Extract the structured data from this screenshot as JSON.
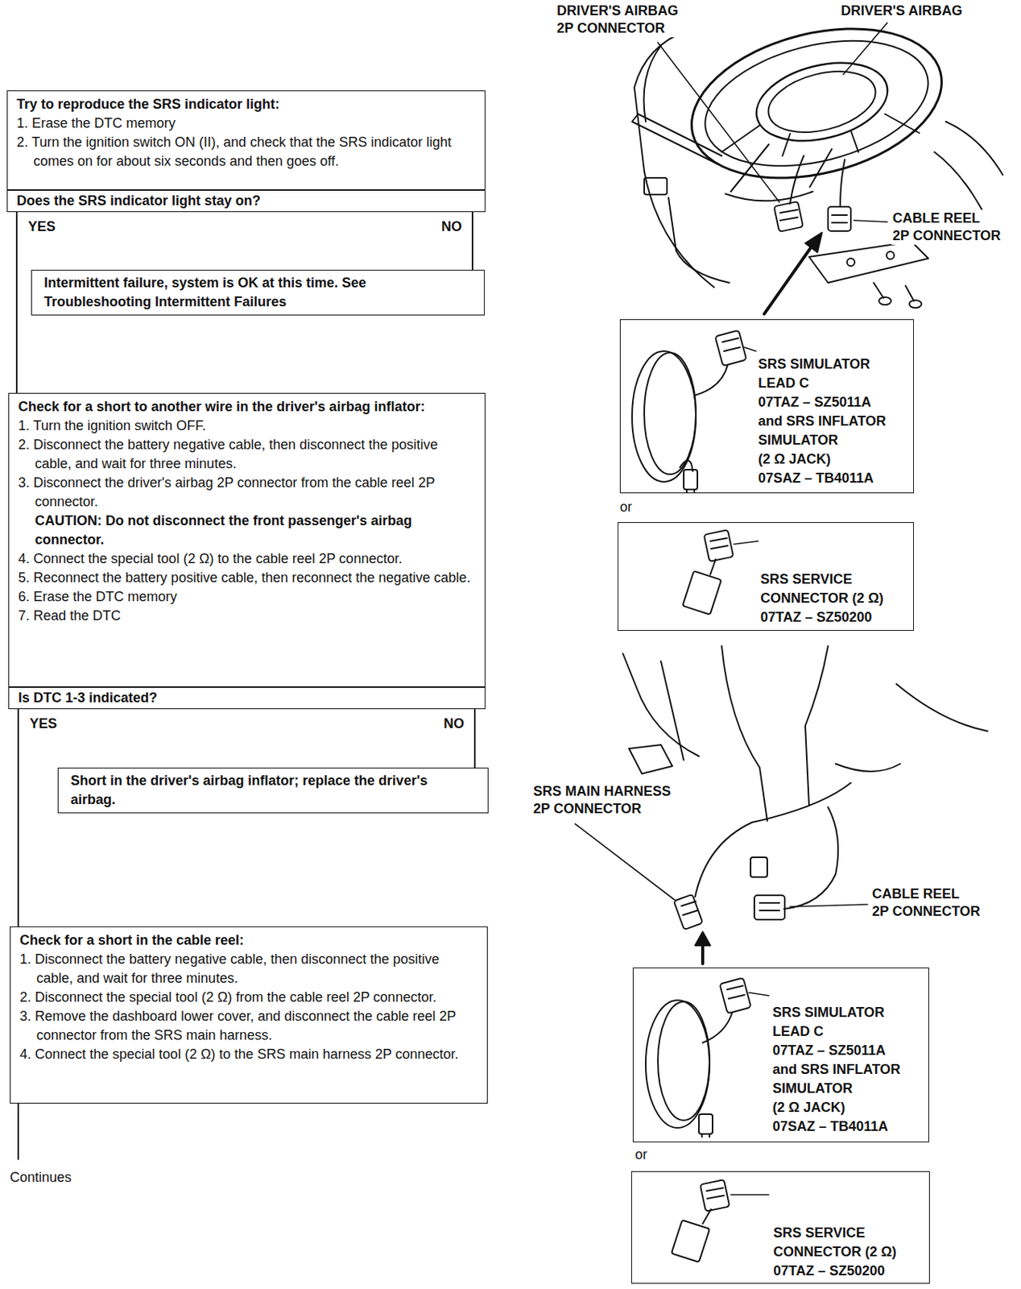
{
  "diagram": {
    "nodes": [
      {
        "text": [
          "Try to reproduce the SRS indicator light:",
          "1. Erase the DTC memory",
          "2. Turn the ignition switch ON (II), and check that the SRS indicator light comes on for about six seconds and then goes off."
        ]
      },
      {
        "text": [
          "Does the SRS indicator light stay on?"
        ]
      },
      {
        "text": [
          "Intermittent failure, system is OK at this time. See Troubleshooting Intermittent Failures"
        ]
      },
      {
        "text": [
          "Check for a short to another wire in the driver's airbag inflator:",
          "1. Turn the ignition switch OFF.",
          "2. Disconnect the battery negative cable, then disconnect the positive cable, and wait for three minutes.",
          "3. Disconnect the driver's airbag 2P connector from the cable reel 2P connector.",
          "CAUTION: Do not disconnect the front passenger's airbag connector.",
          "4. Connect the special tool (2 Ω) to the cable reel 2P connector.",
          "5. Reconnect the battery positive cable, then reconnect the negative cable.",
          "6. Erase the DTC memory",
          "7. Read the DTC"
        ]
      },
      {
        "text": [
          "Is DTC 1-3 indicated?"
        ]
      },
      {
        "text": [
          "Short in the driver's airbag inflator; replace the driver's airbag."
        ]
      },
      {
        "text": [
          "Check for a short in the cable reel:",
          "1. Disconnect the battery negative cable, then disconnect the positive cable, and wait for three minutes.",
          "2. Disconnect the special tool (2 Ω) from the cable reel 2P connector.",
          "3. Remove the dashboard lower cover, and disconnect the cable reel 2P connector from the SRS main harness.",
          "4. Connect the special tool (2 Ω) to the SRS main harness 2P connector."
        ]
      },
      {
        "text": [
          "SRS SIMULATOR LEAD C",
          "07TAZ – SZ5011A",
          "and SRS INFLATOR SIMULATOR",
          "(2 Ω JACK)",
          "07SAZ – TB4011A"
        ]
      },
      {
        "text": [
          "SRS SERVICE CONNECTOR (2 Ω)",
          "07TAZ – SZ50200"
        ]
      },
      {
        "text": [
          "SRS SIMULATOR LEAD C",
          "07TAZ – SZ5011A",
          "and SRS INFLATOR SIMULATOR",
          "(2 Ω JACK)",
          "07SAZ – TB4011A"
        ]
      },
      {
        "text": [
          "SRS SERVICE CONNECTOR (2 Ω)",
          "07TAZ – SZ50200"
        ]
      }
    ],
    "edges": [
      {
        "from": 1,
        "to": 3,
        "label": "YES",
        "arrow": "none"
      },
      {
        "from": 1,
        "to": 2,
        "label": "NO",
        "arrow": "none"
      },
      {
        "from": 4,
        "to": 6,
        "label": "YES",
        "arrow": "none"
      },
      {
        "from": 4,
        "to": 5,
        "label": "NO",
        "arrow": "none"
      }
    ],
    "labels": [
      "DRIVER'S AIRBAG 2P CONNECTOR",
      "DRIVER'S AIRBAG",
      "CABLE REEL 2P CONNECTOR",
      "or",
      "SRS MAIN HARNESS 2P CONNECTOR",
      "CABLE REEL 2P CONNECTOR",
      "or",
      "Continues"
    ]
  }
}
